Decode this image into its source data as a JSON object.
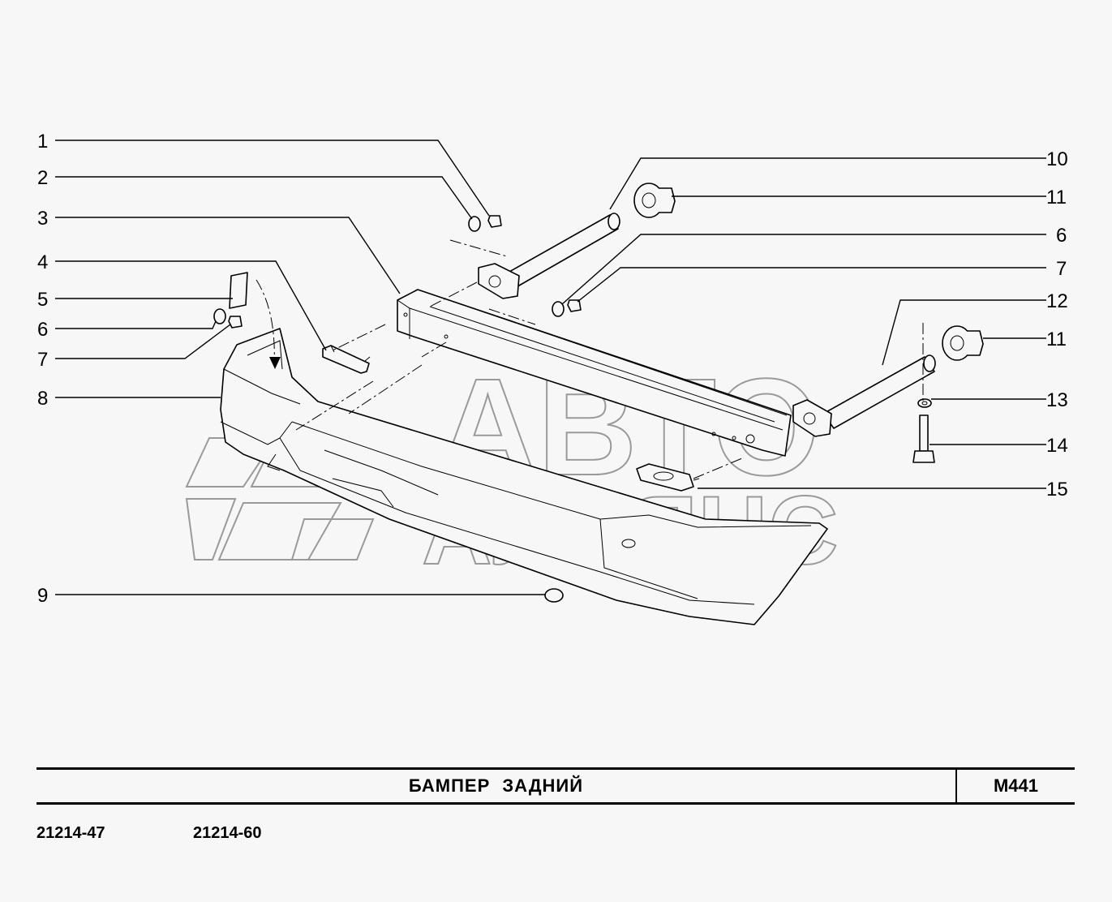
{
  "title": "БАМПЕР  ЗАДНИЙ",
  "code": "M441",
  "models": [
    "21214-47",
    "21214-60"
  ],
  "watermark": [
    "АВТО",
    "АЛЬЯНС"
  ],
  "callouts": {
    "c1": "1",
    "c2": "2",
    "c3": "3",
    "c4": "4",
    "c5": "5",
    "c6a": "6",
    "c7a": "7",
    "c8": "8",
    "c9": "9",
    "c10": "10",
    "c11a": "11",
    "c6b": "6",
    "c7b": "7",
    "c12": "12",
    "c11b": "11",
    "c13": "13",
    "c14": "14",
    "c15": "15"
  }
}
